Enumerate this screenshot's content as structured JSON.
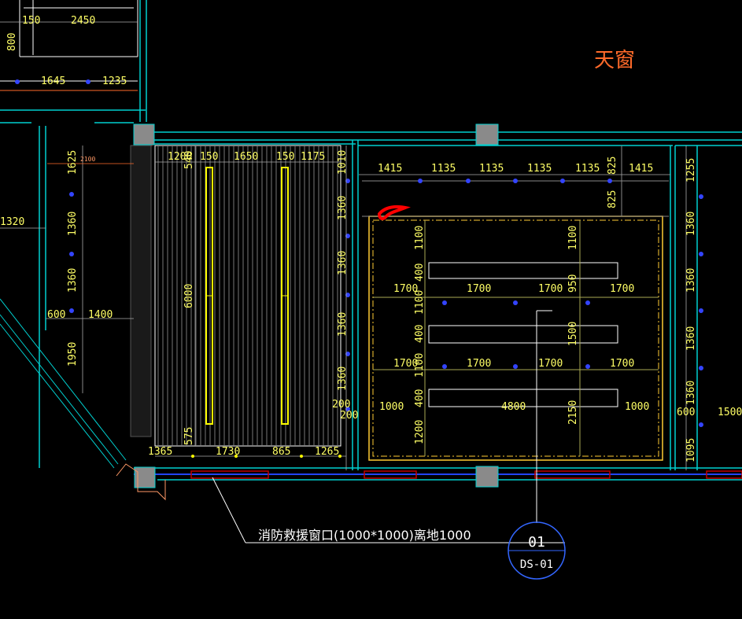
{
  "labels": {
    "skylight": "天窗",
    "callout_note": "消防救援窗口(1000*1000)离地1000",
    "detail_number": "01",
    "detail_ref": "DS-01"
  },
  "colors": {
    "background": "#000000",
    "dimension_text": "#ffff66",
    "wall_line": "#00d0d0",
    "gridline": "#ffffff",
    "light_fixture": "#3333ff",
    "skylight_label": "#ff6a2a",
    "revision_mark": "#ff0000",
    "window_red": "#b00000"
  },
  "dimensions": {
    "top_left": [
      "150",
      "2450",
      "800",
      "1645",
      "1235"
    ],
    "left_room": [
      "1625",
      "1360",
      "1360",
      "1950",
      "600",
      "1400",
      "1320",
      "2100"
    ],
    "middle_room_top": [
      "1200",
      "150",
      "1650",
      "150",
      "1175",
      "1010"
    ],
    "middle_room_side": [
      "540",
      "6000",
      "575"
    ],
    "middle_room_bottom": [
      "1365",
      "1730",
      "865",
      "1265"
    ],
    "middle_right_col": [
      "1360",
      "1360",
      "1360",
      "1360",
      "200",
      "200"
    ],
    "right_top": [
      "1415",
      "1135",
      "1135",
      "1135",
      "1135",
      "825",
      "825",
      "1415"
    ],
    "right_inner": [
      "1100",
      "1100",
      "400",
      "950",
      "1700",
      "1700",
      "1700",
      "1700",
      "1100",
      "400",
      "1500",
      "1700",
      "1700",
      "1700",
      "1700",
      "1100",
      "400",
      "1000",
      "4800",
      "1000",
      "1200",
      "2150"
    ],
    "far_right": [
      "1255",
      "1360",
      "1360",
      "1360",
      "1360",
      "600",
      "1500",
      "1095"
    ]
  }
}
